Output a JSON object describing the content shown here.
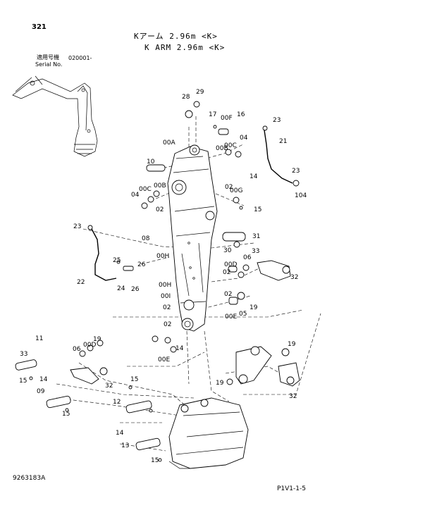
{
  "page_number": "321",
  "title_jp": "Kアーム 2.96m <K>",
  "title_en": "K ARM 2.96m <K>",
  "serial_label_jp": "適用号機",
  "serial_label_en": "Serial No.",
  "serial_value": "020001-",
  "doc_code": "9263183A",
  "page_ref": "P1V1-1-5",
  "callouts": [
    "28",
    "29",
    "17",
    "00F",
    "16",
    "23",
    "21",
    "00A",
    "00B",
    "00C",
    "04",
    "10",
    "14",
    "00G",
    "23",
    "104",
    "04",
    "00C",
    "00B",
    "02",
    "02",
    "15",
    "23",
    "31",
    "08",
    "30",
    "33",
    "06",
    "25",
    "26",
    "00H",
    "00D",
    "02",
    "32",
    "22",
    "24",
    "26",
    "00H",
    "02",
    "00I",
    "05",
    "19",
    "02",
    "00E",
    "02",
    "14",
    "11",
    "33",
    "06",
    "00D",
    "19",
    "00E",
    "15",
    "32",
    "19",
    "14",
    "09",
    "15",
    "15",
    "12",
    "14",
    "19",
    "13",
    "32",
    "15"
  ]
}
